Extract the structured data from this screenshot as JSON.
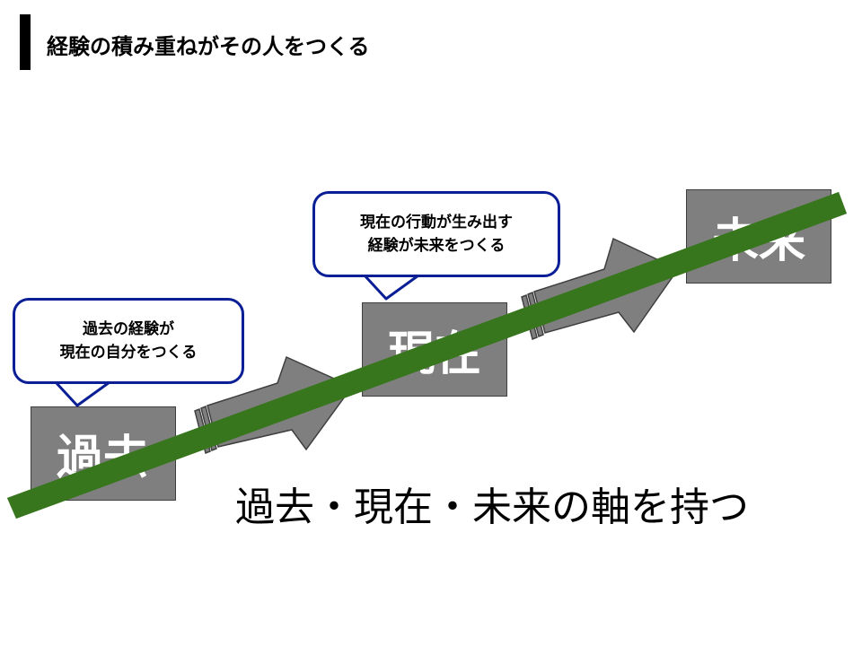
{
  "slide": {
    "title": "経験の積み重ねがその人をつくる",
    "caption": "過去・現在・未来の軸を持つ"
  },
  "stages": {
    "past": "過去",
    "present": "現在",
    "future": "未来"
  },
  "bubbles": {
    "past": {
      "line1": "過去の経験が",
      "line2": "現在の自分をつくる"
    },
    "present": {
      "line1": "現在の行動が生み出す",
      "line2": "経験が未来をつくる"
    }
  },
  "colors": {
    "box_fill": "#7f7f7f",
    "box_border": "#3f3f3f",
    "arrow_fill": "#7f7f7f",
    "bubble_border": "#0a1e96",
    "axis_line": "#38761d",
    "title_bar": "#000000"
  }
}
